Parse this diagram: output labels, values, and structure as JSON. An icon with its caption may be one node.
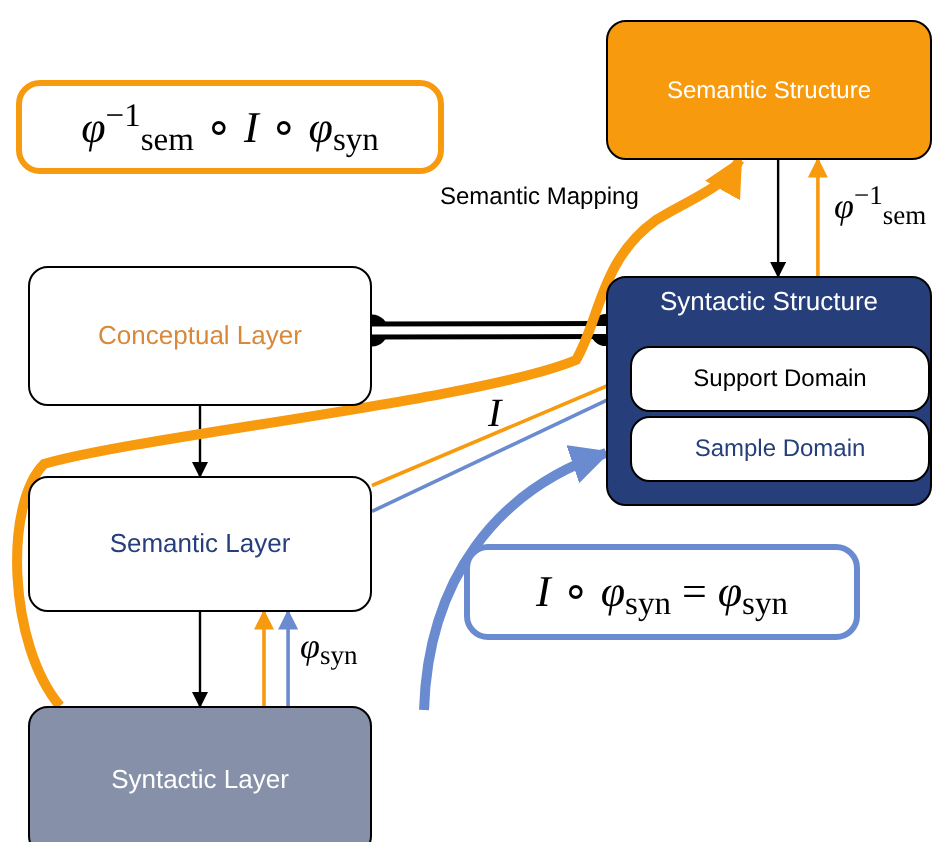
{
  "diagram": {
    "nodes": [
      {
        "text": [
          "*φ*$^{−1}$$_{sem}$ ∘ *I* ∘ *φ*$_{syn}$"
        ]
      },
      {
        "text": [
          "Semantic Structure"
        ]
      },
      {
        "text": [
          "Conceptual Layer"
        ]
      },
      {
        "text": [
          "Syntactic Structure"
        ]
      },
      {
        "text": [
          "Support Domain"
        ],
        "in": 3
      },
      {
        "text": [
          "Sample Domain"
        ],
        "in": 3
      },
      {
        "text": [
          "Semantic Layer"
        ]
      },
      {
        "text": [
          "Syntactic Layer"
        ]
      },
      {
        "text": [
          "*I* ∘ *φ*$_{syn}$ = *φ*$_{syn}$"
        ]
      }
    ],
    "edges": [
      {
        "from": 1,
        "to": 3,
        "arrow": "to"
      },
      {
        "from": 3,
        "to": 1,
        "arrow": "to",
        "color": "#f79a0e",
        "label": "*φ*$^{−1}$$_{sem}$"
      },
      {
        "from": 2,
        "to": 3,
        "arrow": "other",
        "style": "thick"
      },
      {
        "from": 2,
        "to": 6,
        "arrow": "to"
      },
      {
        "from": 6,
        "to": 7,
        "arrow": "to"
      },
      {
        "from": 7,
        "to": 6,
        "arrow": "to",
        "color": "#f79a0e"
      },
      {
        "from": 7,
        "to": 6,
        "arrow": "to",
        "color": "#6a8bd0",
        "label": "*φ*$_{syn}$"
      },
      {
        "from": 6,
        "to": 4,
        "arrow": "to",
        "color": "#f79a0e",
        "label": "*I*"
      },
      {
        "from": 6,
        "to": 4,
        "arrow": "to",
        "color": "#6a8bd0"
      },
      {
        "from": 7,
        "to": 1,
        "arrow": "to",
        "style": "thick",
        "color": "#f79a0e",
        "label": "Semantic Mapping"
      },
      {
        "from": null,
        "to": 3,
        "arrow": "to",
        "style": "thick",
        "color": "#6a8bd0"
      }
    ]
  }
}
